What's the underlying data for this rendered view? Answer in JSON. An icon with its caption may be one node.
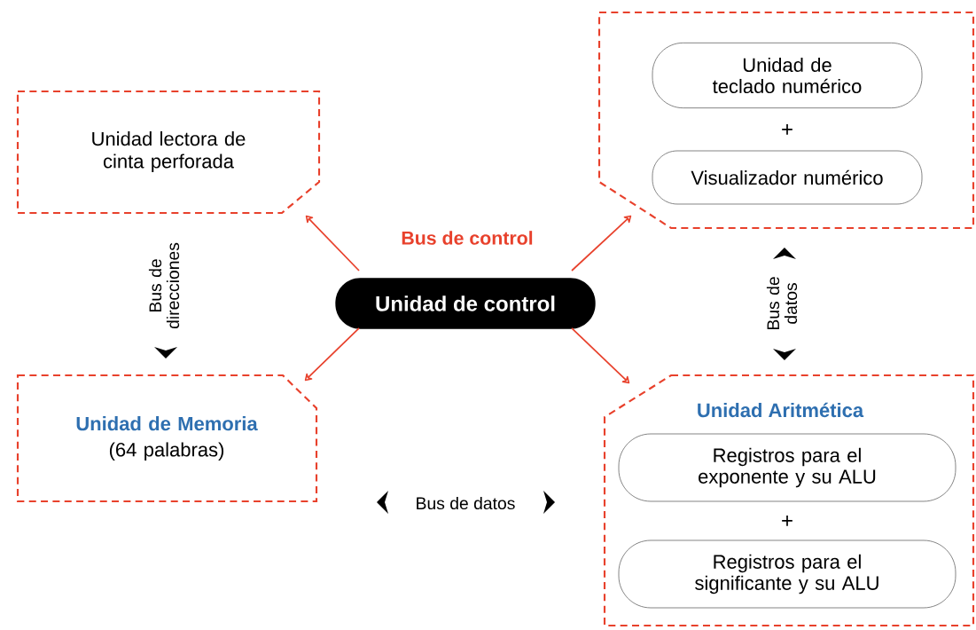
{
  "diagram": {
    "nodes": [
      {
        "text": [
          "Unidad lectora de cinta perforada"
        ]
      },
      {
        "text": [],
        "shape": "box"
      },
      {
        "text": [
          "Unidad de teclado numérico"
        ],
        "in": 1
      },
      {
        "text": [
          "Visualizador numérico"
        ],
        "in": 1
      },
      {
        "text": [
          "Unidad de control"
        ]
      },
      {
        "text": [
          "Unidad de Memoria",
          "(64 palabras)"
        ]
      },
      {
        "text": [
          "Unidad Aritmética"
        ]
      },
      {
        "text": [
          "Registros para el exponente y su ALU"
        ],
        "in": 6
      },
      {
        "text": [
          "Registros para el significante y su ALU"
        ],
        "in": 6
      }
    ],
    "edges": [
      {
        "from": 4,
        "to": 0,
        "arrow": "to"
      },
      {
        "from": 4,
        "to": 1,
        "arrow": "to"
      },
      {
        "from": 4,
        "to": 5,
        "arrow": "to"
      },
      {
        "from": 4,
        "to": 6,
        "arrow": "to"
      }
    ],
    "labels": [
      "+",
      "Bus de control",
      "Bus de direcciones",
      "Bus de datos",
      "Bus de datos",
      "+"
    ]
  }
}
